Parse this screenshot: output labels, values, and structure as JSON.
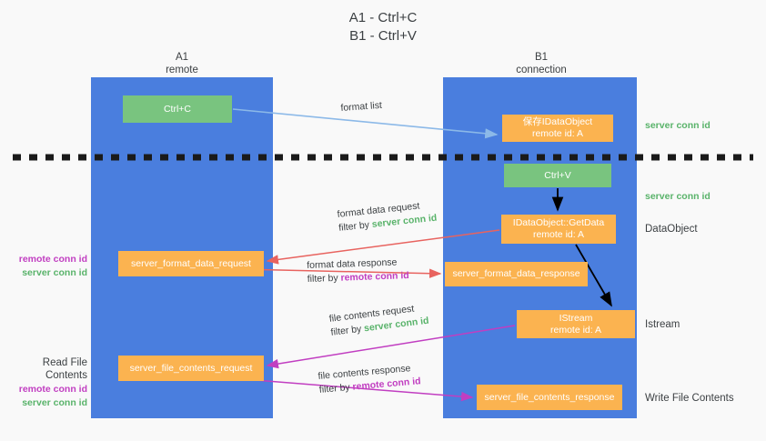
{
  "title": "A1 - Ctrl+C\nB1 - Ctrl+V",
  "columns": {
    "a1": "A1\nremote",
    "b1": "B1\nconnection"
  },
  "colors": {
    "panel_blue": "#4a7ede",
    "box_green": "#79c47f",
    "box_orange": "#fbb350",
    "server_conn_green": "#59b36a",
    "remote_conn_purple": "#c13ec1",
    "arrow_blue": "#8cb9e8",
    "arrow_red": "#e8635f",
    "arrow_magenta": "#c13ec1",
    "arrow_black": "#000000",
    "divider_black": "#1a1a1a",
    "background": "#f9f9f9",
    "text": "#3c4043"
  },
  "boxes": {
    "ctrl_c": "Ctrl+C",
    "idataobject": "保存IDataObject\nremote id: A",
    "ctrl_v": "Ctrl+V",
    "getdata": "IDataObject::GetData\nremote id: A",
    "format_data_request": "server_format_data_request",
    "format_data_response": "server_format_data_response",
    "istream": "IStream\nremote id: A",
    "file_contents_request": "server_file_contents_request",
    "file_contents_response": "server_file_contents_response"
  },
  "side_labels": {
    "server_conn_id_top": "server conn id",
    "server_conn_id_mid": "server conn id",
    "dataobject": "DataObject",
    "istream": "Istream",
    "write_file_contents": "Write File Contents"
  },
  "left_labels": {
    "remote_conn_id": "remote conn id",
    "server_conn_id": "server conn id",
    "read_file_contents": "Read File Contents"
  },
  "annotations": {
    "format_list": "format list",
    "format_data_request": "format data request",
    "filter_by": "filter by ",
    "server_conn_id": "server conn id",
    "remote_conn_id": "remote conn id",
    "format_data_response": "format data response",
    "file_contents_request": "file contents request",
    "file_contents_response": "file contents response"
  }
}
